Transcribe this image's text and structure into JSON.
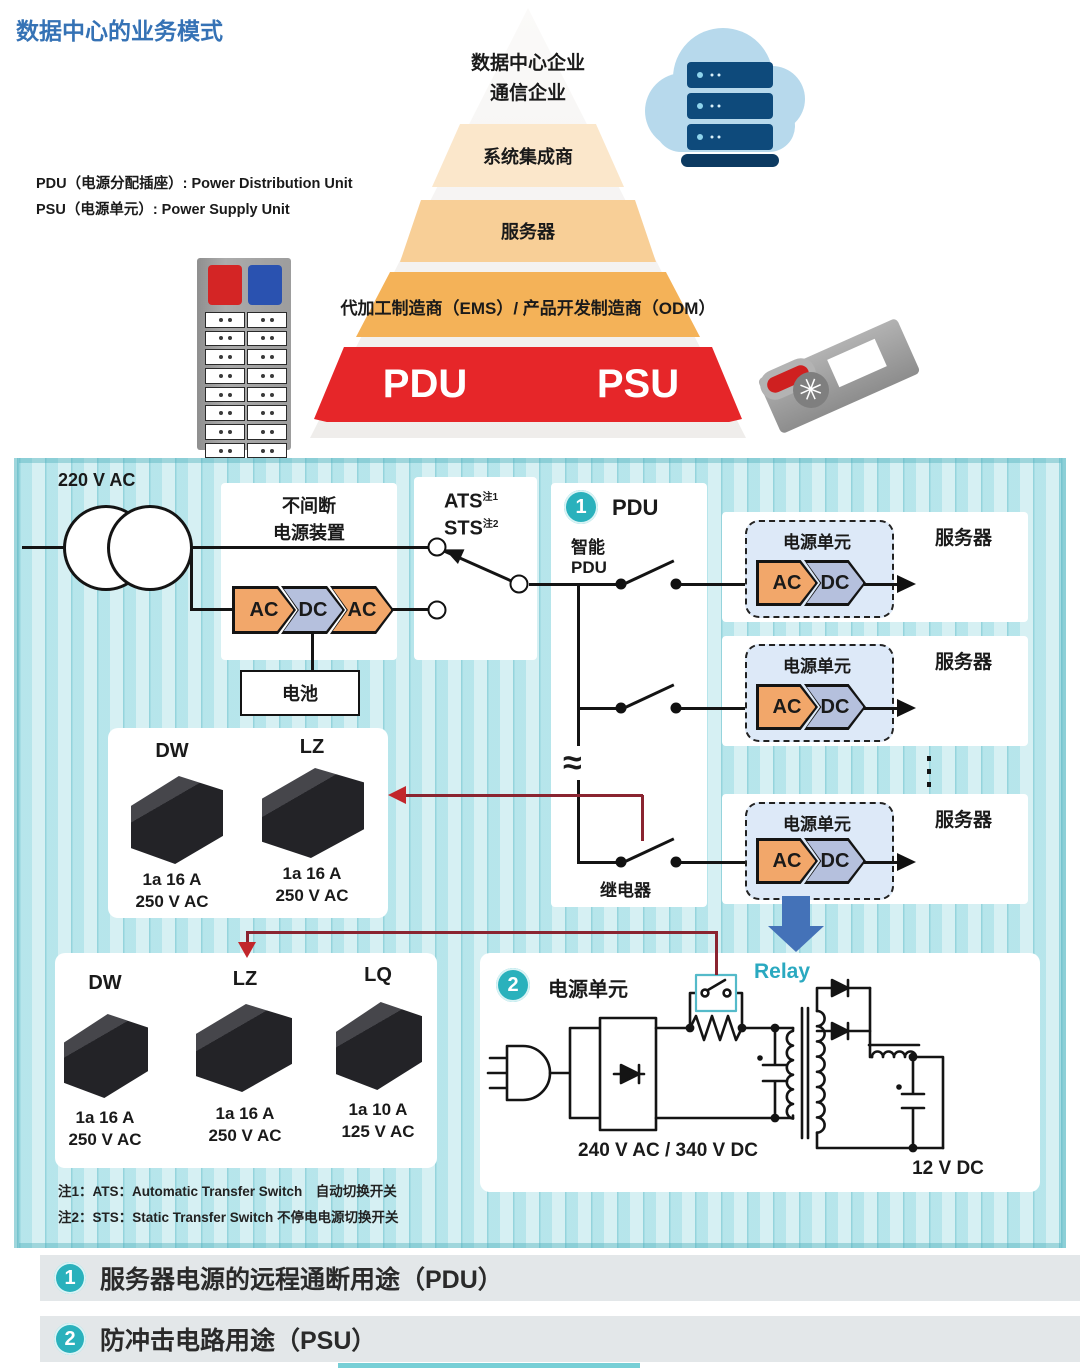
{
  "title": "数据中心的业务模式",
  "definitions": {
    "pdu": "PDU（电源分配插座）: Power Distribution Unit",
    "psu": "PSU（电源单元）: Power Supply Unit"
  },
  "pyramid": {
    "top_line1": "数据中心企业",
    "top_line2": "通信企业",
    "level2": "系统集成商",
    "level3": "服务器",
    "level4": "代加工制造商（EMS）/ 产品开发制造商（ODM）",
    "base_left": "PDU",
    "base_right": "PSU"
  },
  "diagram": {
    "input_label": "220 V AC",
    "ups": {
      "title_line1": "不间断",
      "title_line2": "电源装置",
      "chevrons": [
        "AC",
        "DC",
        "AC"
      ],
      "battery": "电池"
    },
    "ats": {
      "line1": "ATS",
      "sup1": "注1",
      "line2": "STS",
      "sup2": "注2"
    },
    "pdu": {
      "badge": "1",
      "title": "PDU",
      "sub_line1": "智能",
      "sub_line2": "PDU",
      "break_symbol": "≈",
      "relay_label": "继电器"
    },
    "servers": [
      {
        "label": "服务器",
        "psu_label": "电源单元",
        "chev_ac": "AC",
        "chev_dc": "DC"
      },
      {
        "label": "服务器",
        "psu_label": "电源单元",
        "chev_ac": "AC",
        "chev_dc": "DC"
      },
      {
        "label": "服务器",
        "psu_label": "电源单元",
        "chev_ac": "AC",
        "chev_dc": "DC"
      }
    ],
    "relay_box1": {
      "products": [
        {
          "name": "DW",
          "rating1": "1a 16 A",
          "rating2": "250 V AC"
        },
        {
          "name": "LZ",
          "rating1": "1a 16 A",
          "rating2": "250 V AC"
        }
      ]
    },
    "relay_box2": {
      "products": [
        {
          "name": "DW",
          "rating1": "1a 16 A",
          "rating2": "250 V AC"
        },
        {
          "name": "LZ",
          "rating1": "1a 16 A",
          "rating2": "250 V AC"
        },
        {
          "name": "LQ",
          "rating1": "1a 10 A",
          "rating2": "125 V AC"
        }
      ]
    },
    "psu_circuit": {
      "badge": "2",
      "title": "电源单元",
      "relay_label": "Relay",
      "input_label": "240 V AC / 340 V DC",
      "output_label": "12 V DC"
    },
    "footnotes": [
      "注1：ATS：Automatic Transfer Switch　自动切换开关",
      "注2：STS：Static Transfer Switch 不停电电源切换开关"
    ]
  },
  "legend": [
    {
      "num": "1",
      "text": "服务器电源的远程通断用途（PDU）"
    },
    {
      "num": "2",
      "text": "防冲击电路用途（PSU）"
    }
  ],
  "colors": {
    "title_blue": "#3572b5",
    "accent_teal": "#2ab1bc",
    "pyramid_red": "#e62629",
    "pyramid_orange": "#f4b258",
    "chevron_ac": "#f2a76a",
    "chevron_dc": "#b5c0dd",
    "dark_red_arrow": "#8a2430",
    "blue_arrow": "#4472b8",
    "panel_cyan": "#d6f0f3"
  }
}
